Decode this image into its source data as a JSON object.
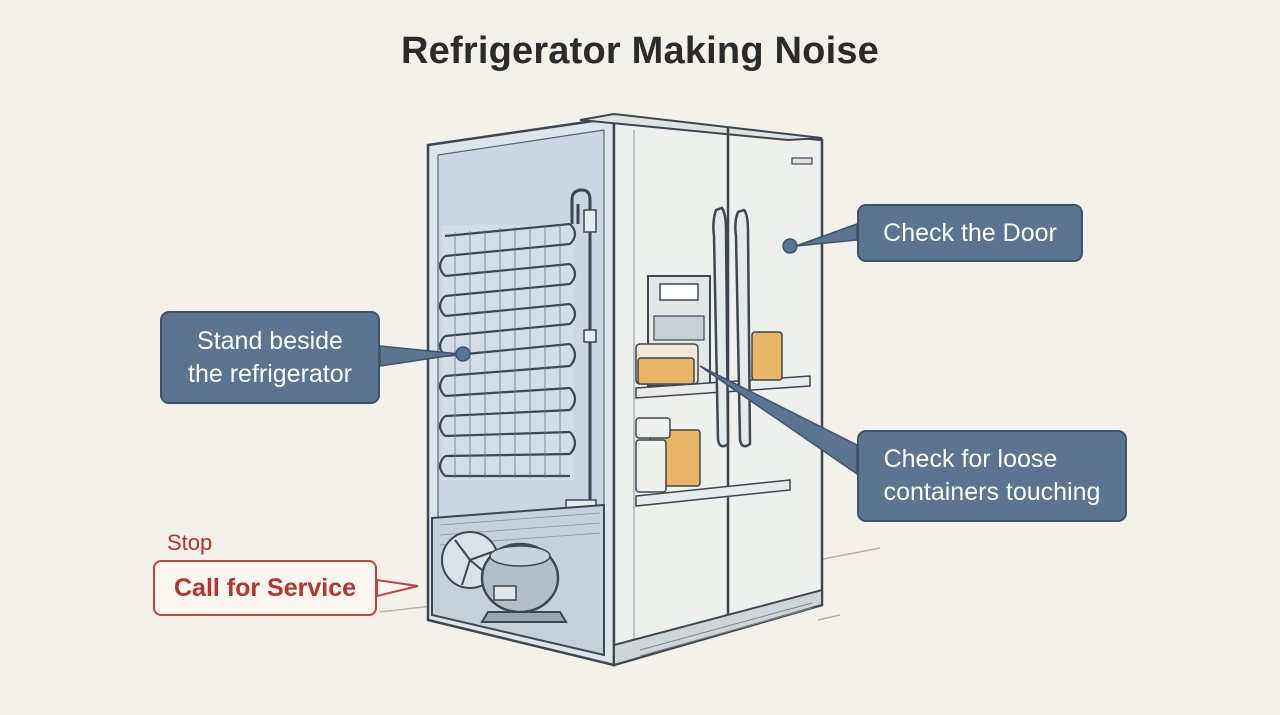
{
  "title": "Refrigerator Making Noise",
  "callouts": {
    "door": "Check the Door",
    "side_line1": "Stand beside",
    "side_line2": "the refrigerator",
    "containers_line1": "Check for loose",
    "containers_line2": "containers touching"
  },
  "stop": {
    "label": "Stop",
    "action": "Call for Service"
  },
  "colors": {
    "callout_fill": "#5b7491",
    "stop_red": "#b8322e",
    "background": "#f4f1ea"
  }
}
